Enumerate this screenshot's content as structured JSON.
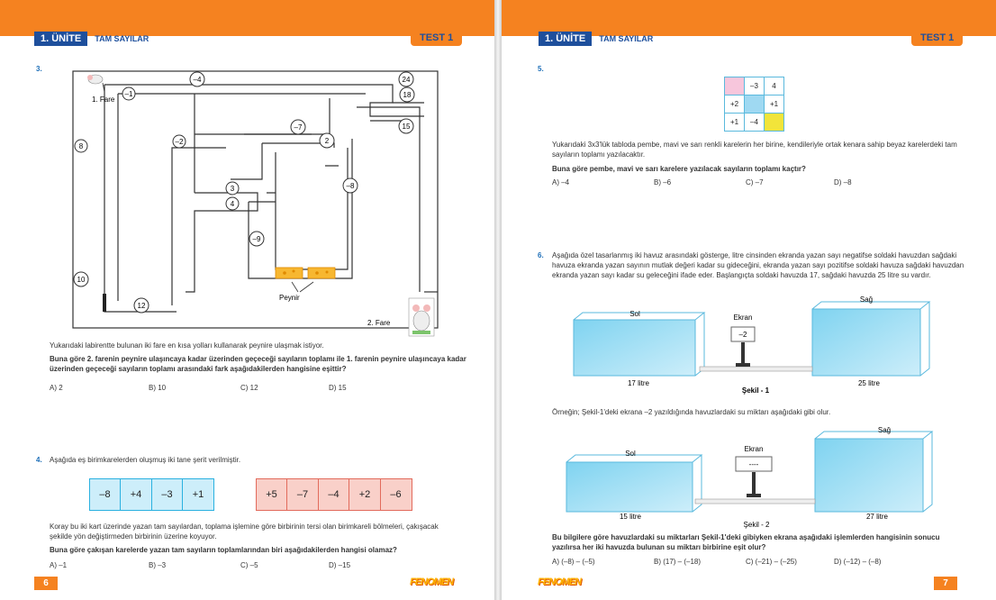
{
  "left": {
    "unit_label": "1. ÜNİTE",
    "unit_title": "TAM SAYILAR",
    "test_label": "TEST 1",
    "page_number": "6",
    "brand": "FENOMEN",
    "q3": {
      "number": "3.",
      "maze": {
        "fare1": "1. Fare",
        "fare2": "2. Fare",
        "peynir": "Peynir",
        "values": [
          "–1",
          "–4",
          "8",
          "–2",
          "24",
          "18",
          "15",
          "–7",
          "2",
          "–8",
          "3",
          "4",
          "–9",
          "10",
          "12"
        ]
      },
      "text1": "Yukarıdaki labirentte bulunan iki fare en kısa yolları kullanarak peynire ulaşmak istiyor.",
      "text2": "Buna göre 2. farenin peynire ulaşıncaya kadar üzerinden geçeceği sayıların toplamı ile 1. farenin peynire ulaşıncaya kadar üzerinden geçeceği sayıların toplamı arasındaki fark aşağıdakilerden hangisine eşittir?",
      "options": [
        "A) 2",
        "B) 10",
        "C) 12",
        "D) 15"
      ]
    },
    "q4": {
      "number": "4.",
      "intro": "Aşağıda eş birimkarelerden oluşmuş iki tane şerit verilmiştir.",
      "strip_blue": [
        "–8",
        "+4",
        "–3",
        "+1"
      ],
      "strip_red": [
        "+5",
        "–7",
        "–4",
        "+2",
        "–6"
      ],
      "text1": "Koray bu iki kart üzerinde yazan tam sayılardan, toplama işlemine göre birbirinin tersi olan birimkareli bölmeleri, çakışacak şekilde yön değiştirmeden birbirinin üzerine koyuyor.",
      "text2": "Buna göre çakışan karelerde yazan tam sayıların toplamlarından biri aşağıdakilerden hangisi olamaz?",
      "options": [
        "A) –1",
        "B) –3",
        "C) –5",
        "D) –15"
      ]
    }
  },
  "right": {
    "unit_label": "1. ÜNİTE",
    "unit_title": "TAM SAYILAR",
    "test_label": "TEST 1",
    "page_number": "7",
    "brand": "FENOMEN",
    "q5": {
      "number": "5.",
      "grid": [
        [
          "",
          "–3",
          "4"
        ],
        [
          "+2",
          "",
          "+1"
        ],
        [
          "+1",
          "–4",
          ""
        ]
      ],
      "text1": "Yukarıdaki 3x3'lük tabloda pembe, mavi ve sarı renkli karelerin her birine, kendileriyle ortak kenara sahip beyaz karelerdeki tam sayıların toplamı yazılacaktır.",
      "text2": "Buna göre pembe, mavi ve sarı karelere yazılacak sayıların toplamı kaçtır?",
      "options": [
        "A) –4",
        "B) –6",
        "C) –7",
        "D) –8"
      ],
      "colors": {
        "pink": "#f7c6dc",
        "blue": "#9fd9f2",
        "yellow": "#f2e43a"
      }
    },
    "q6": {
      "number": "6.",
      "intro": "Aşağıda özel tasarlanmış iki havuz arasındaki gösterge, litre cinsinden ekranda yazan sayı negatifse soldaki havuzdan sağdaki havuza ekranda yazan sayının mutlak değeri kadar su gideceğini, ekranda yazan sayı pozitifse soldaki havuza sağdaki havuzdan ekranda yazan sayı kadar su geleceğini ifade eder. Başlangıçta soldaki havuzda 17, sağdaki havuzda 25 litre su vardır.",
      "fig1": {
        "sol": "Sol",
        "sag": "Sağ",
        "ekran": "Ekran",
        "ekran_value": "–2",
        "left_l": "17 litre",
        "right_l": "25 litre",
        "caption": "Şekil - 1"
      },
      "example": "Örneğin; Şekil-1'deki ekrana –2 yazıldığında havuzlardaki su miktarı aşağıdaki gibi olur.",
      "fig2": {
        "sol": "Sol",
        "sag": "Sağ",
        "ekran": "Ekran",
        "ekran_value": "----",
        "left_l": "15 litre",
        "right_l": "27 litre",
        "caption": "Şekil - 2"
      },
      "text2": "Bu bilgilere göre havuzlardaki su miktarları Şekil-1'deki gibiyken ekrana aşağıdaki işlemlerden hangisinin sonucu yazılırsa her iki havuzda bulunan su miktarı birbirine eşit olur?",
      "options": [
        "A) (–8) – (–5)",
        "B) (17) – (–18)",
        "C) (–21) – (–25)",
        "D) (–12) – (–8)"
      ]
    }
  }
}
